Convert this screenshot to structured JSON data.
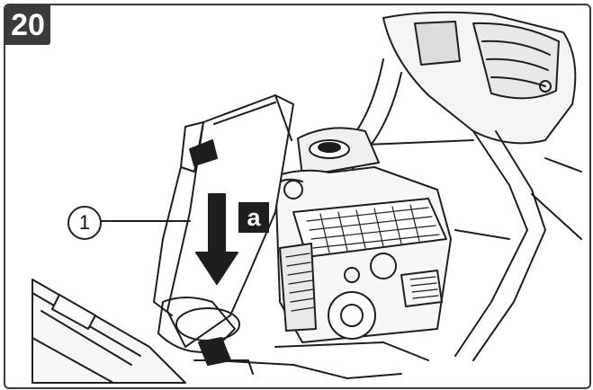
{
  "figure": {
    "step_number": "20",
    "callout_number": "1",
    "callout_letter": "a",
    "colors": {
      "ink": "#1e1e1e",
      "badge": "#3b3b3b",
      "paper": "#ffffff"
    },
    "icons": [
      "down-arrow-icon"
    ]
  }
}
